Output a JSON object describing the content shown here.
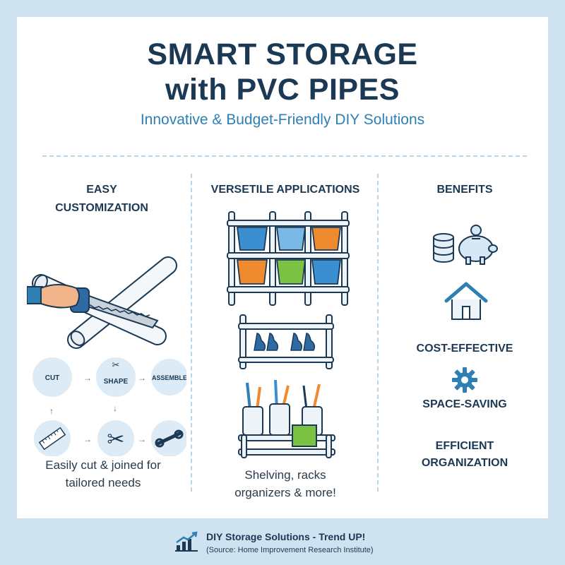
{
  "header": {
    "title_line1": "SMART STORAGE",
    "title_line2": "with PVC PIPES",
    "subtitle": "Innovative & Budget-Friendly DIY Solutions"
  },
  "columns": {
    "customization": {
      "heading_line1": "EASY",
      "heading_line2": "CUSTOMIZATION",
      "steps": [
        "CUT",
        "SHAPE",
        "ASSEMBLE"
      ],
      "caption_line1": "Easily cut & joined for",
      "caption_line2": "tailored needs"
    },
    "applications": {
      "heading": "VERSETILE APPLICATIONS",
      "caption_line1": "Shelving, racks",
      "caption_line2": "organizers & more!"
    },
    "benefits": {
      "heading": "BENEFITS",
      "items": [
        "COST-EFFECTIVE",
        "SPACE-SAVING",
        "EFFICIENT",
        "ORGANIZATION"
      ]
    }
  },
  "footer": {
    "main": "DIY Storage Solutions - Trend UP!",
    "source": "(Source: Home Improvement Research Institute)"
  },
  "colors": {
    "navy": "#1b3954",
    "accent_blue": "#2e7fb4",
    "light_blue": "#cfe2f0",
    "bin_blue": "#3b8fd0",
    "bin_orange": "#f08a2e",
    "bin_green": "#7cc242"
  }
}
